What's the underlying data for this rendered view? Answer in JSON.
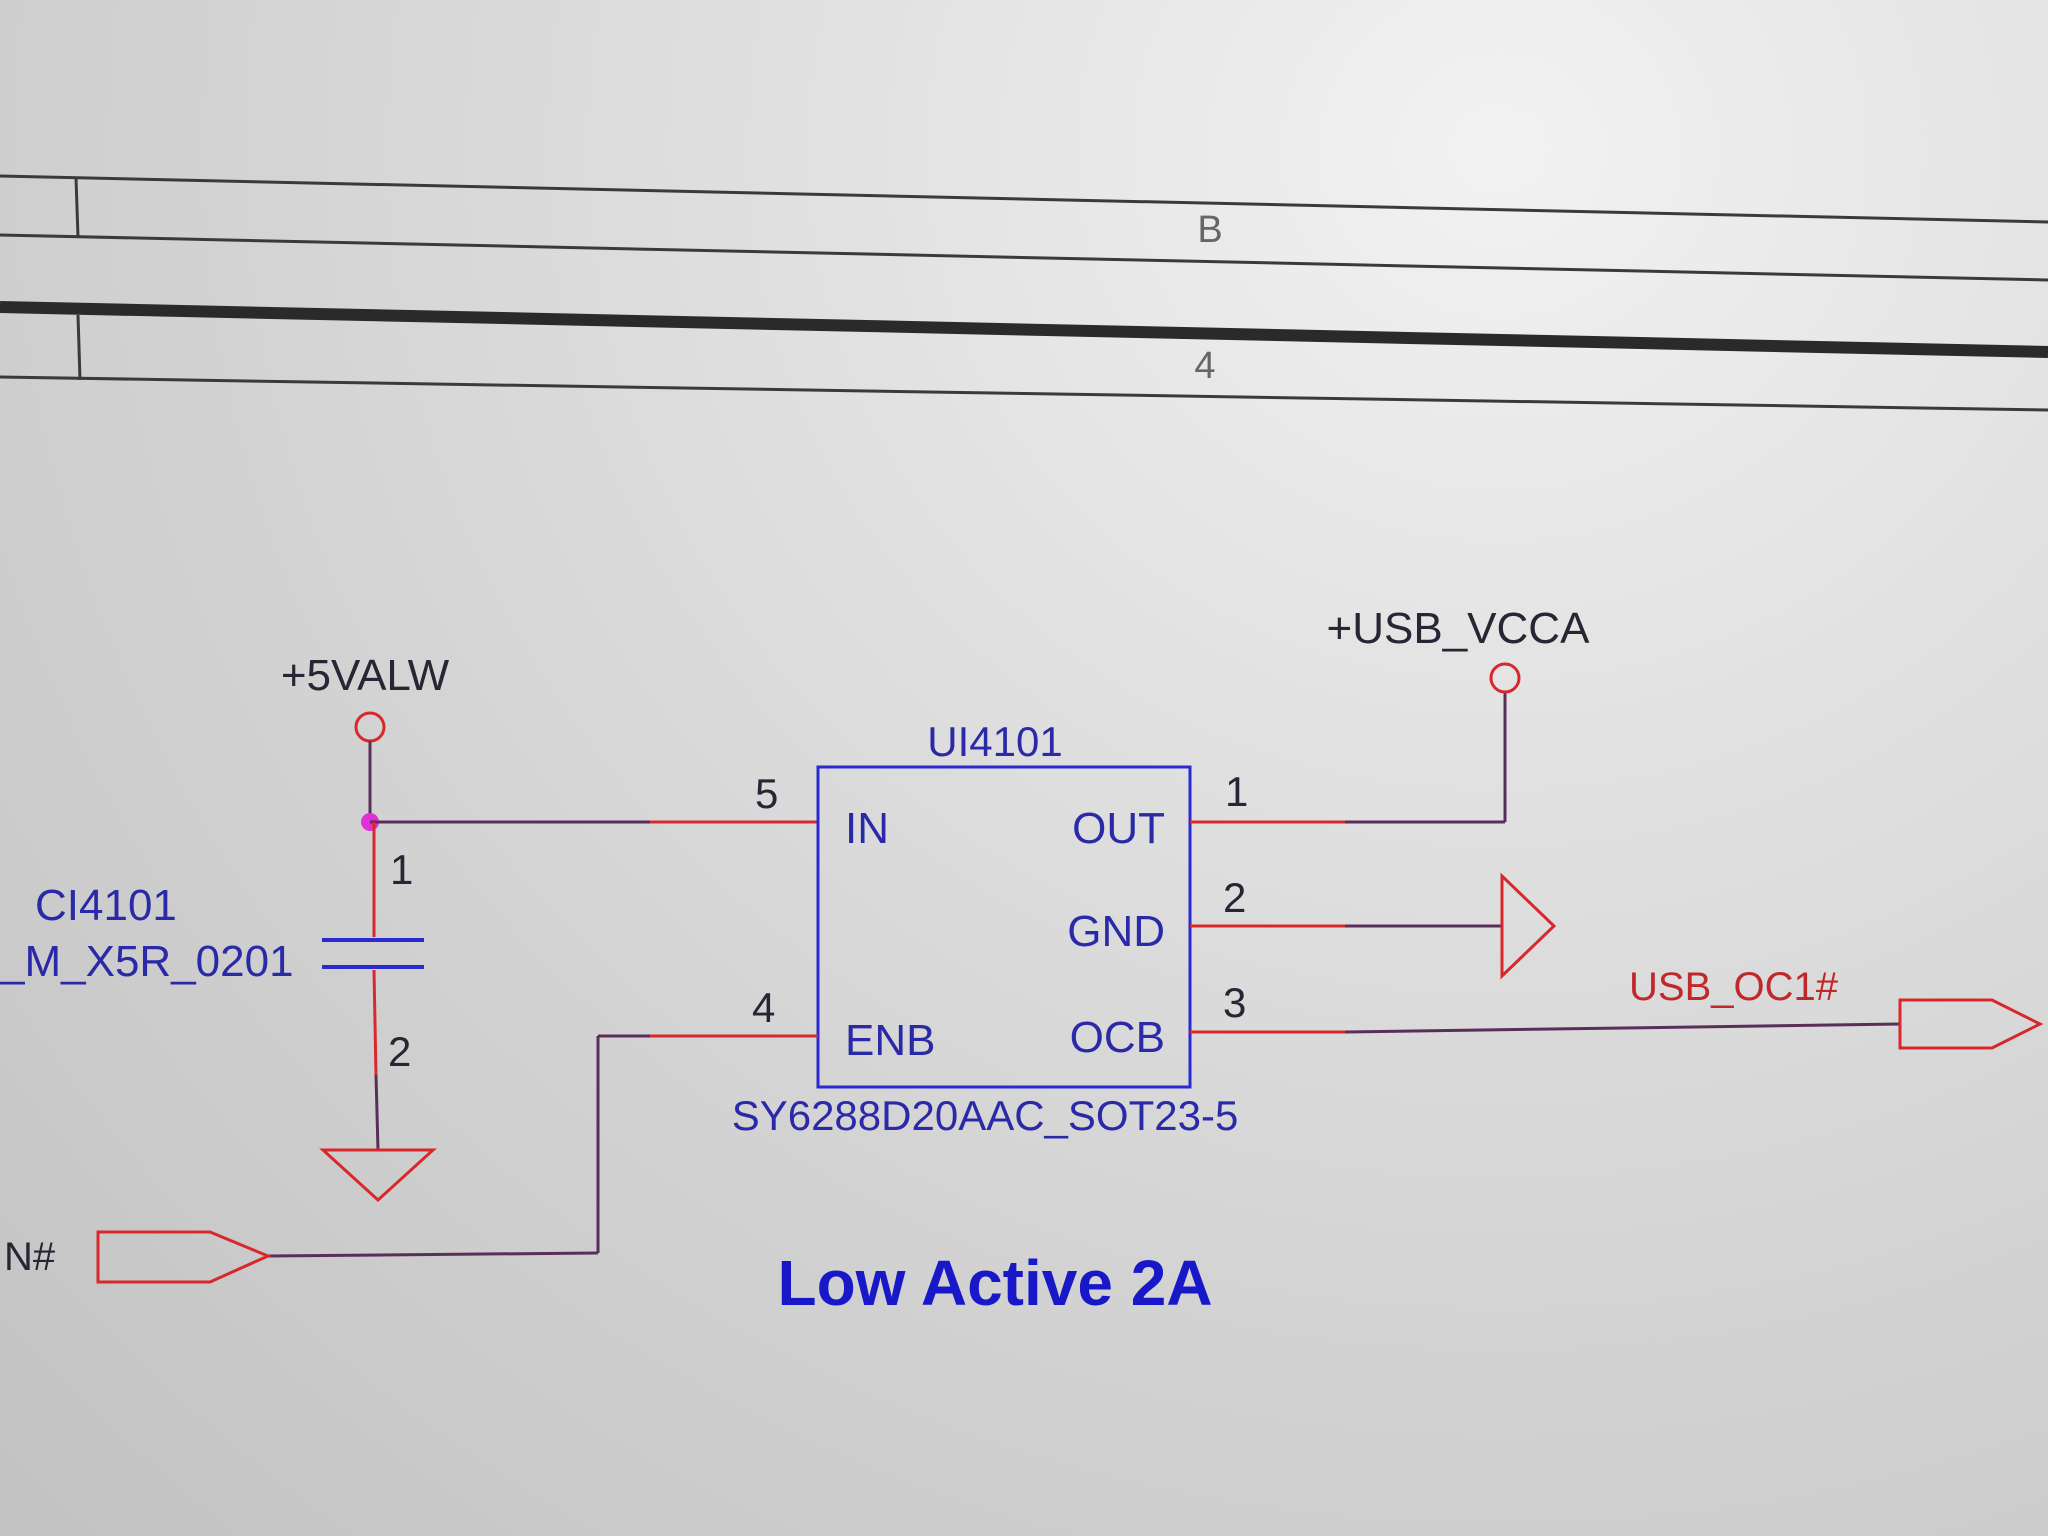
{
  "frame": {
    "row_letter": "B",
    "column_number": "4"
  },
  "power": {
    "input_rail": "+5VALW",
    "output_rail": "+USB_VCCA"
  },
  "capacitor": {
    "refdes": "CI4101",
    "value": "_M_X5R_0201",
    "pin1": "1",
    "pin2": "2"
  },
  "ic": {
    "refdes": "UI4101",
    "part_number": "SY6288D20AAC_SOT23-5",
    "pins": {
      "in": {
        "name": "IN",
        "number": "5"
      },
      "enb": {
        "name": "ENB",
        "number": "4"
      },
      "out": {
        "name": "OUT",
        "number": "1"
      },
      "gnd": {
        "name": "GND",
        "number": "2"
      },
      "ocb": {
        "name": "OCB",
        "number": "3"
      }
    }
  },
  "ports": {
    "overcurrent": "USB_OC1#",
    "enable_partial": "N#"
  },
  "note": "Low Active 2A",
  "colors": {
    "wire": "#5a2e5a",
    "pin_stub": "#d8282c",
    "symbol": "#2a2ad0",
    "junction": "#e030d8",
    "note": "#1818c8"
  }
}
